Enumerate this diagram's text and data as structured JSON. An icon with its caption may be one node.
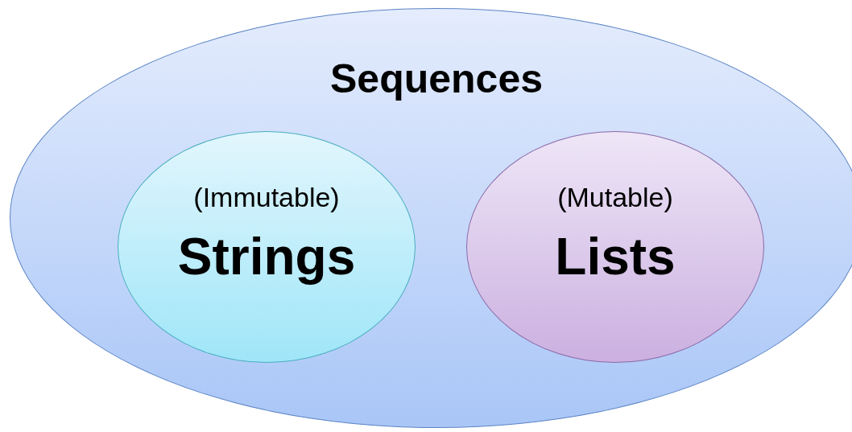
{
  "diagram": {
    "nodes": [
      {
        "text": [
          "Sequences"
        ]
      },
      {
        "text": [
          "(Immutable)",
          "Strings"
        ],
        "in": 0
      },
      {
        "text": [
          "(Mutable)",
          "Lists"
        ],
        "in": 0
      }
    ]
  }
}
